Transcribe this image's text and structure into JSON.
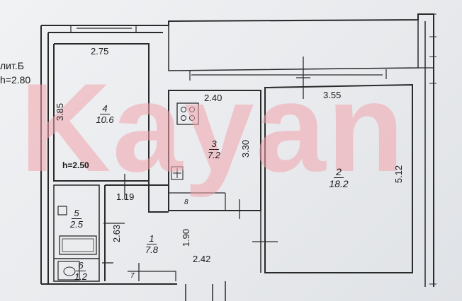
{
  "watermark": "Kayan",
  "corner_label": {
    "line1": "лит.Б",
    "line2": "h=2.80"
  },
  "ceiling_height_label": "h=2.50",
  "rooms": [
    {
      "num": "4",
      "area": "10.6"
    },
    {
      "num": "3",
      "area": "7.2"
    },
    {
      "num": "2",
      "area": "18.2"
    },
    {
      "num": "5",
      "area": "2.5"
    },
    {
      "num": "6",
      "area": "1.2"
    },
    {
      "num": "1",
      "area": "7.8"
    }
  ],
  "small_labels": {
    "closet": "8",
    "vent": "7"
  },
  "dimensions": {
    "room4_width": "2.75",
    "room4_height": "3.85",
    "room3_width": "2.40",
    "room3_height": "3.30",
    "room2_width": "3.55",
    "room2_height": "5.12",
    "hall_width_top": "1.19",
    "hall_height": "2.63",
    "hall_inner_height": "1.90",
    "hall_width": "2.42"
  }
}
